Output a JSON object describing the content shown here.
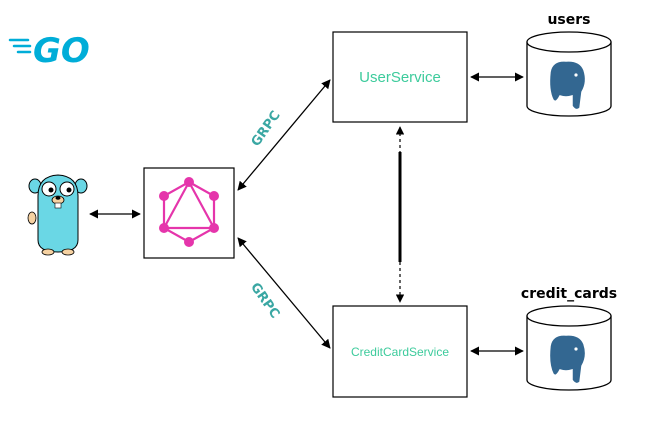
{
  "logo": {
    "text": "GO"
  },
  "services": {
    "user": {
      "label": "UserService"
    },
    "credit": {
      "label": "CreditCardService"
    }
  },
  "databases": {
    "users": {
      "label": "users"
    },
    "credit_cards": {
      "label": "credit_cards"
    }
  },
  "protocols": {
    "upper": {
      "label": "GRPC"
    },
    "lower": {
      "label": "GRPC"
    }
  },
  "colors": {
    "go_blue": "#00ADD8",
    "service_text": "#3DCB9C",
    "graphql": "#E535AB",
    "grpc": "#3AA7A3",
    "postgres_blue": "#336791",
    "line": "#000000"
  },
  "icons": {
    "gopher": "gopher-mascot-icon",
    "graphql": "graphql-icon",
    "postgres": "postgresql-elephant-icon"
  }
}
